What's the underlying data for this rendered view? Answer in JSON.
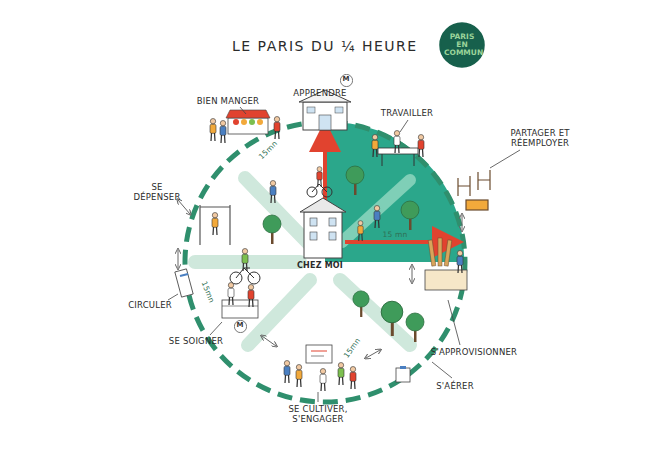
{
  "diagram": {
    "title": "LE PARIS DU ¼ HEURE",
    "nodes": [
      {
        "text": [
          "PARIS EN COMMUN"
        ]
      },
      {
        "text": [
          "M"
        ]
      },
      {
        "text": [
          "M"
        ]
      }
    ],
    "labels": [
      "BIEN MANGER",
      "APPRENDRE",
      "TRAVAILLER",
      "PARTAGER ET RÉEMPLOYER",
      "SE DÉPENSER",
      "CIRCULER",
      "SE SOIGNER",
      "SE CULTIVER, S'ENGAGER",
      "S'AÉRER",
      "S'APPROVISIONNER",
      "CHEZ MOI",
      "15mn",
      "15 mn",
      "15mn",
      "15mn"
    ]
  }
}
